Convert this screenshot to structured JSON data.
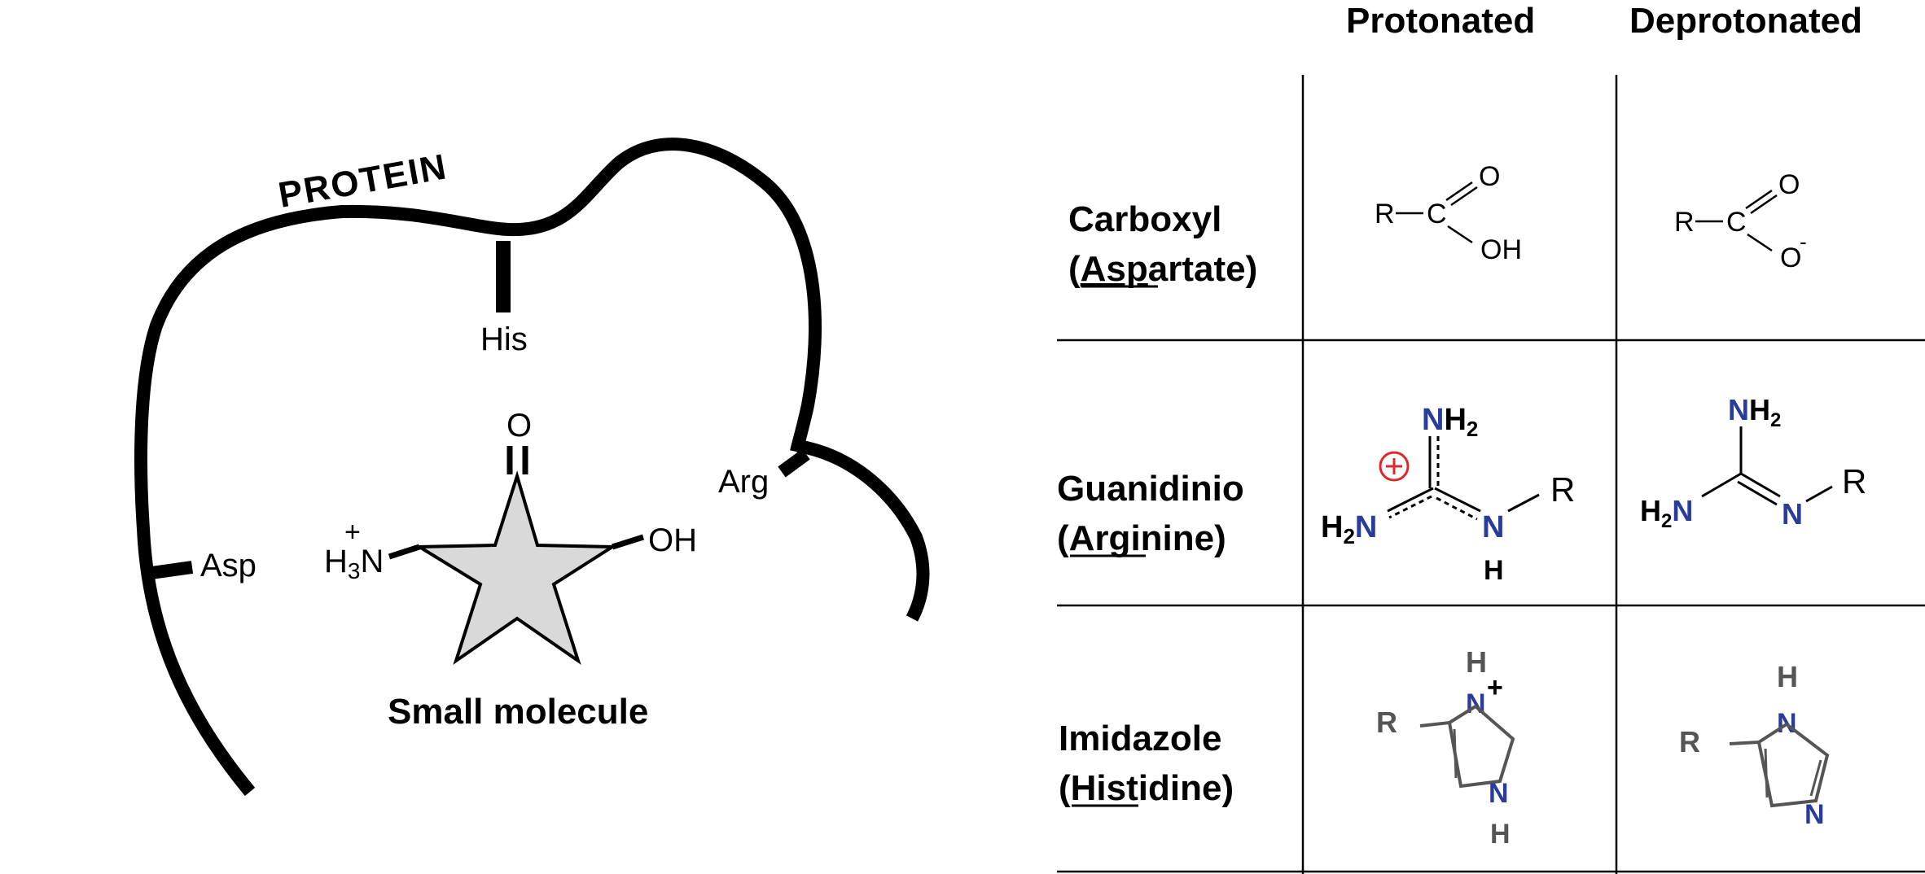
{
  "protein_diagram": {
    "protein_label": "PROTEIN",
    "residues": {
      "his": "His",
      "arg": "Arg",
      "asp": "Asp"
    },
    "small_molecule": {
      "caption": "Small molecule",
      "top_group": "O",
      "right_group": "OH",
      "left_group_charge": "+",
      "left_group_h": "H",
      "left_group_sub": "3",
      "left_group_n": "N",
      "fill_color": "#d9d9d9"
    }
  },
  "table": {
    "headers": {
      "protonated": "Protonated",
      "deprotonated": "Deprotonated"
    },
    "rows": [
      {
        "group": "Carboxyl",
        "paren_open": "(",
        "abbr": "Asp",
        "rest": "artate)"
      },
      {
        "group": "Guanidinio",
        "paren_open": "(",
        "abbr": "Arg",
        "rest": "inine)"
      },
      {
        "group": "Imidazole",
        "paren_open": "(",
        "abbr": "His",
        "rest": "tidine)"
      }
    ],
    "carboxyl": {
      "r": "R",
      "c": "C",
      "o": "O",
      "oh": "OH",
      "o_minus": "O",
      "minus": "-"
    },
    "guanidinio": {
      "nh2_top_n": "N",
      "nh2_top_h": "H",
      "nh2_top_sub": "2",
      "h2n_h": "H",
      "h2n_sub": "2",
      "h2n_n": "N",
      "n_right": "N",
      "nh_h": "H",
      "r": "R",
      "charge_color": "#e0262b",
      "nitrogen_color": "#2a3c9a"
    },
    "imidazole": {
      "r": "R",
      "h": "H",
      "n": "N",
      "plus": "+"
    }
  }
}
